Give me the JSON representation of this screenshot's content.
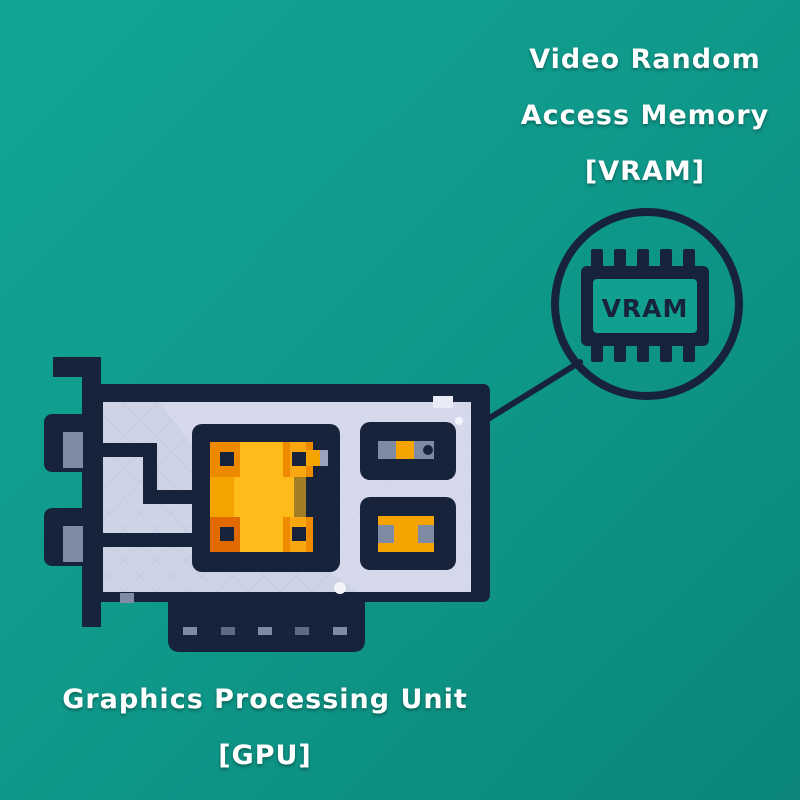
{
  "vram_label": {
    "line1": "Video Random",
    "line2": "Access Memory",
    "line3": "[VRAM]"
  },
  "gpu_label": {
    "line1": "Graphics Processing Unit",
    "line2": "[GPU]"
  },
  "magnifier": {
    "chip_text": "VRAM"
  },
  "colors": {
    "background_top": "#11a596",
    "background_bottom": "#0b8678",
    "outline": "#17233a",
    "board": "#cfd3e6",
    "board_shadow": "#bfc4da",
    "chip_orange": "#f5a300",
    "chip_dark_orange": "#ee7a00",
    "chip_yellow": "#ffbb1a",
    "connector_gray": "#7f8aa3"
  }
}
